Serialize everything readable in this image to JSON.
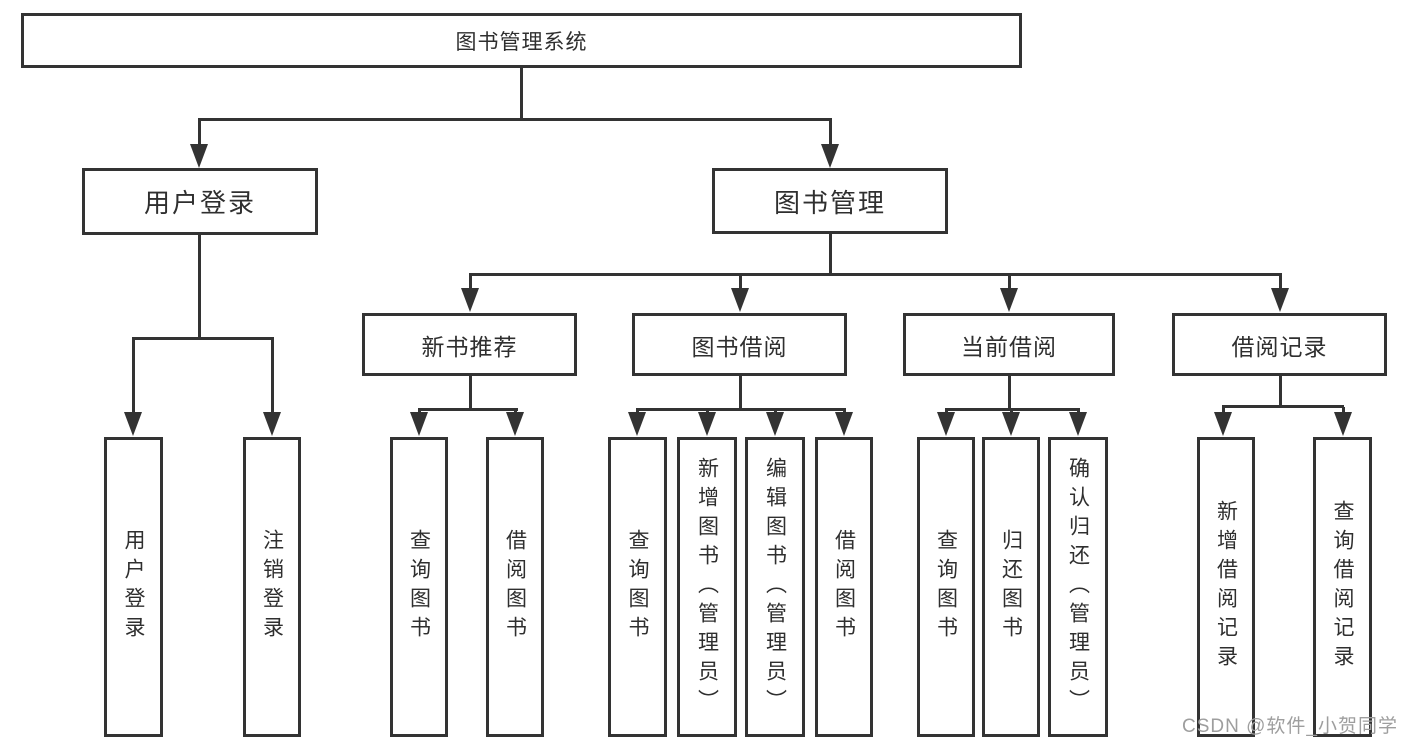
{
  "root": {
    "label": "图书管理系统"
  },
  "level2": [
    {
      "label": "用户登录",
      "children": [
        {
          "label": "用户登录"
        },
        {
          "label": "注销登录"
        }
      ]
    },
    {
      "label": "图书管理"
    }
  ],
  "level3": [
    {
      "label": "新书推荐",
      "children": [
        {
          "label": "查询图书"
        },
        {
          "label": "借阅图书"
        }
      ]
    },
    {
      "label": "图书借阅",
      "children": [
        {
          "label": "查询图书"
        },
        {
          "label": "新增图书（管理员）"
        },
        {
          "label": "编辑图书（管理员）"
        },
        {
          "label": "借阅图书"
        }
      ]
    },
    {
      "label": "当前借阅",
      "children": [
        {
          "label": "查询图书"
        },
        {
          "label": "归还图书"
        },
        {
          "label": "确认归还（管理员）"
        }
      ]
    },
    {
      "label": "借阅记录",
      "children": [
        {
          "label": "新增借阅记录"
        },
        {
          "label": "查询借阅记录"
        }
      ]
    }
  ],
  "watermark": {
    "text": "CSDN @软件_小贺同学"
  },
  "colors": {
    "line": "#333333",
    "background": "#ffffff",
    "text": "#2f2f2f",
    "watermark": "#9e9e9e"
  }
}
